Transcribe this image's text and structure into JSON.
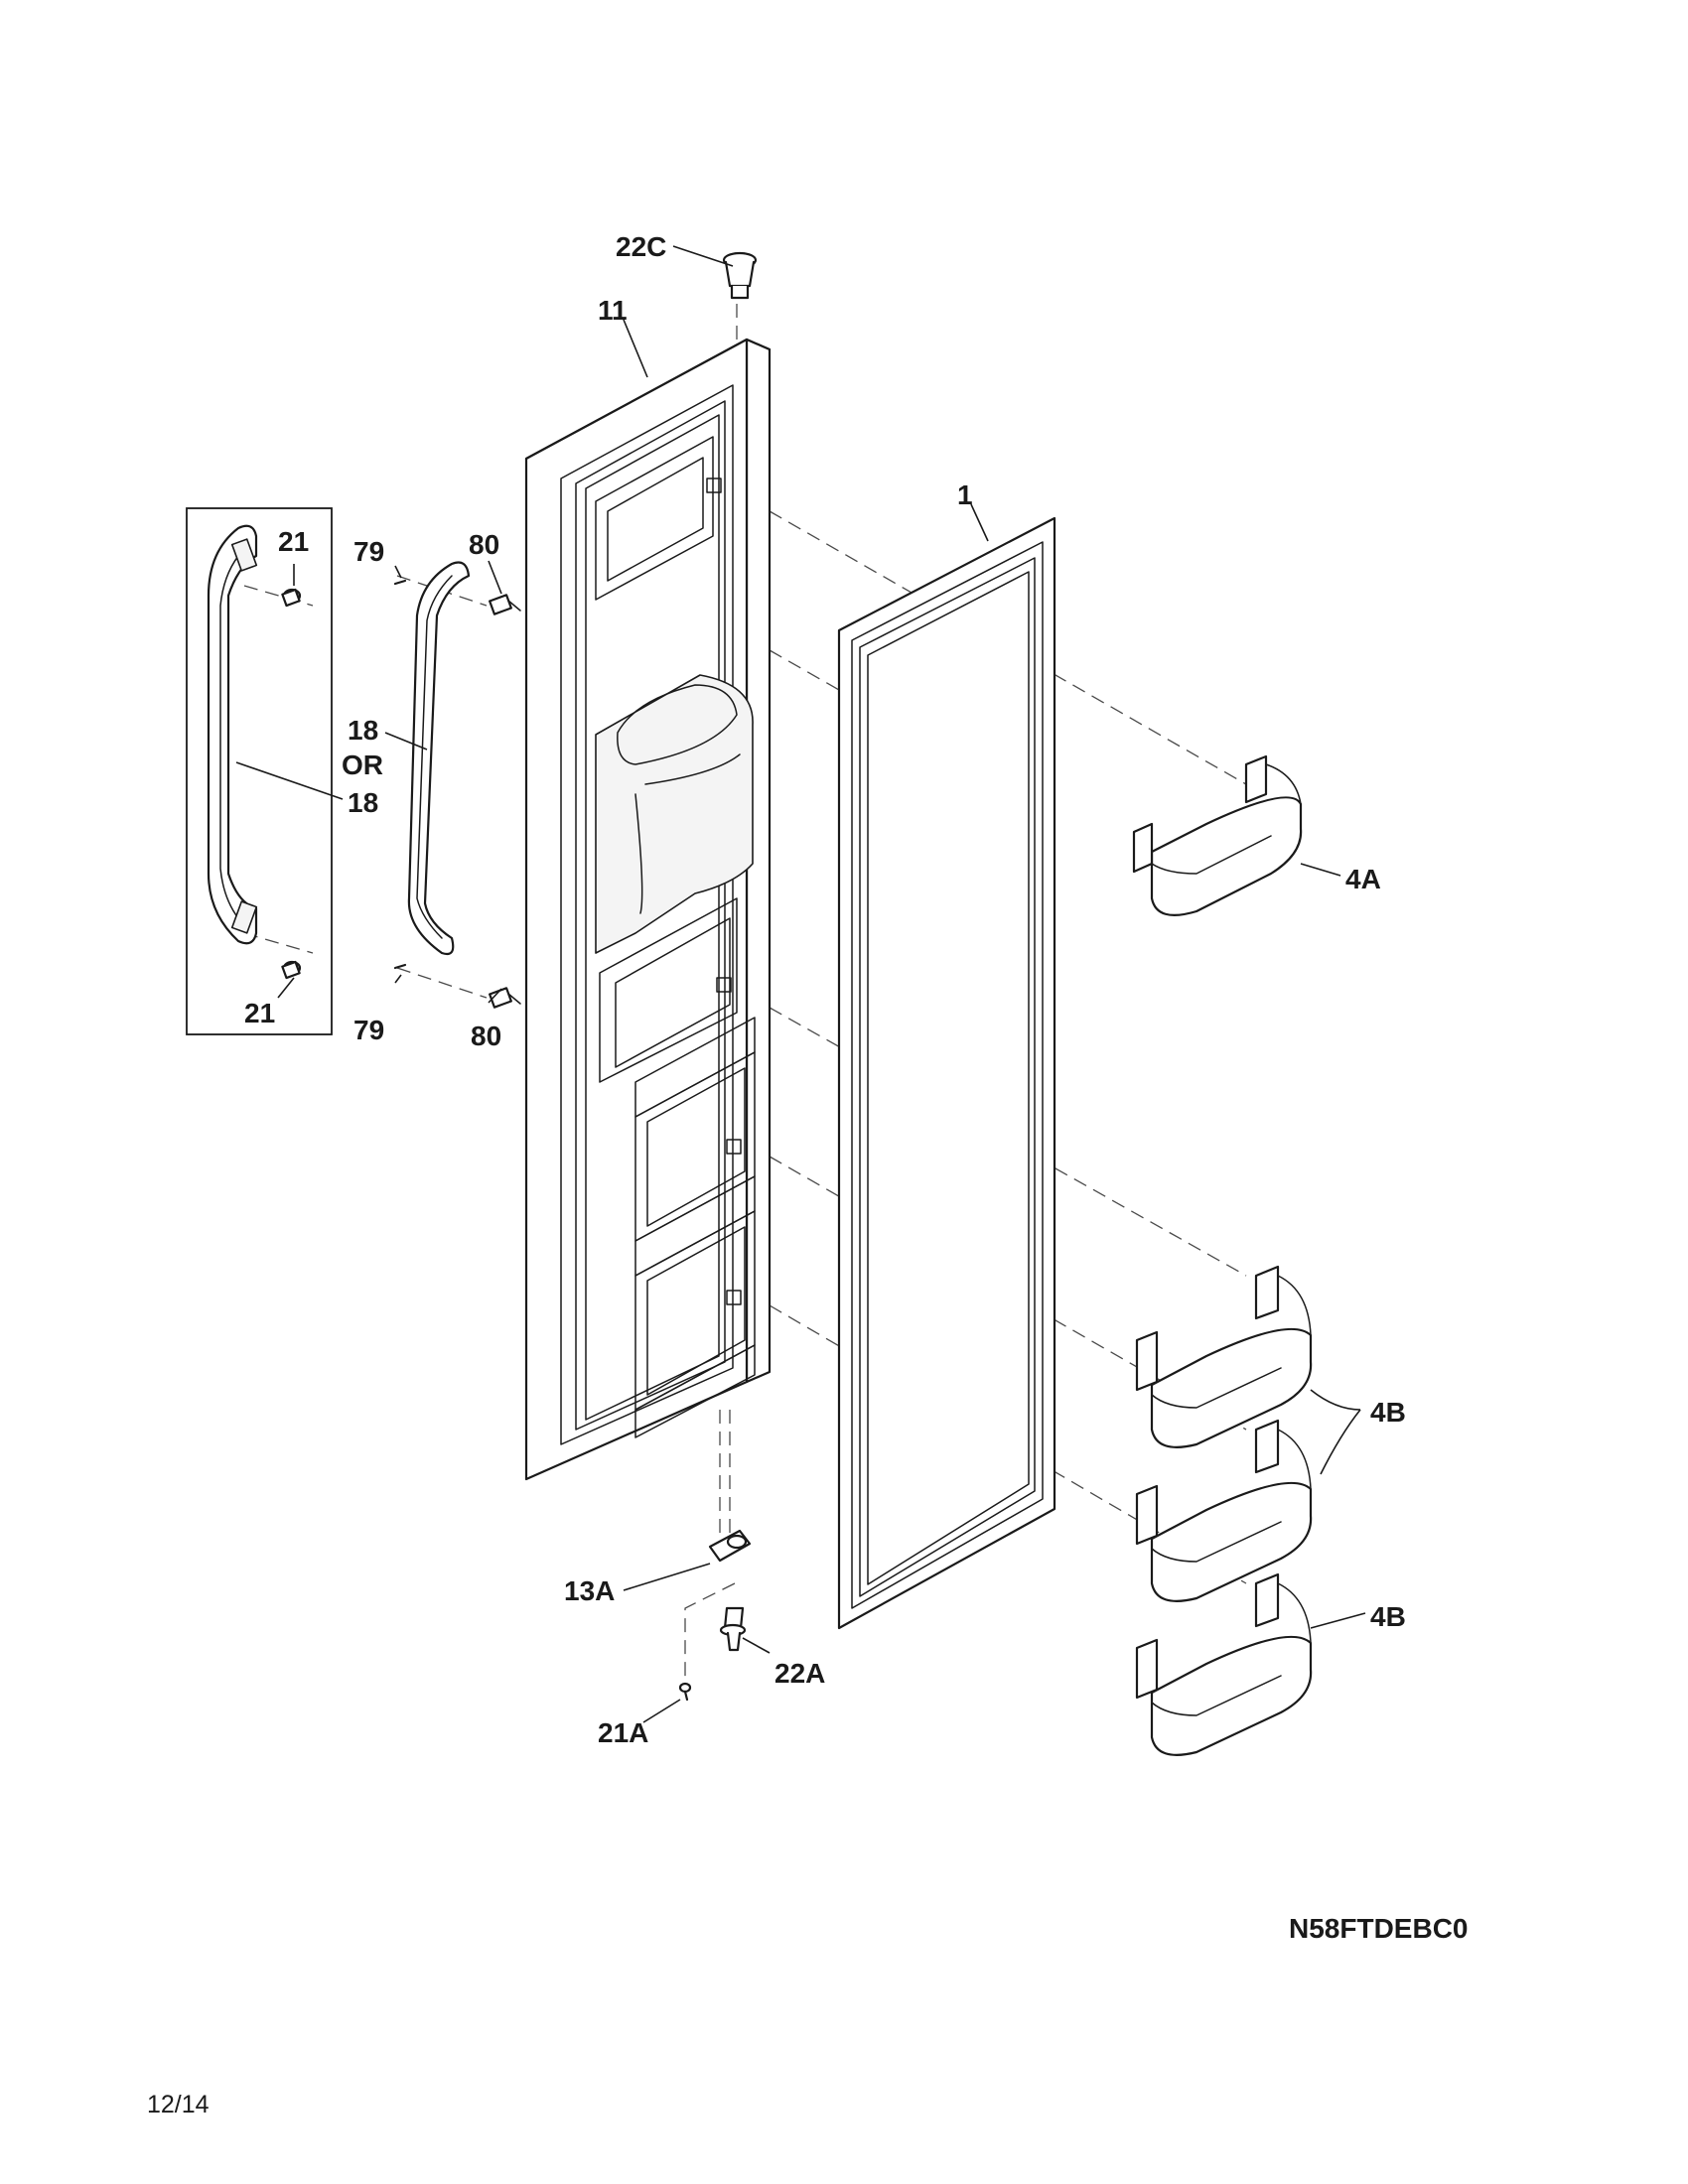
{
  "diagram": {
    "callouts": {
      "c22C": "22C",
      "c11": "11",
      "c1": "1",
      "c21_top": "21",
      "c21_bottom": "21",
      "c79_top": "79",
      "c79_bottom": "79",
      "c80_top": "80",
      "c80_bottom": "80",
      "c18_left": "18",
      "c_or": "OR",
      "c18_right": "18",
      "c4A": "4A",
      "c4B_pair": "4B",
      "c4B_single": "4B",
      "c13A": "13A",
      "c22A": "22A",
      "c21A": "21A"
    },
    "model_code": "N58FTDEBC0",
    "page_number": "12/14"
  }
}
